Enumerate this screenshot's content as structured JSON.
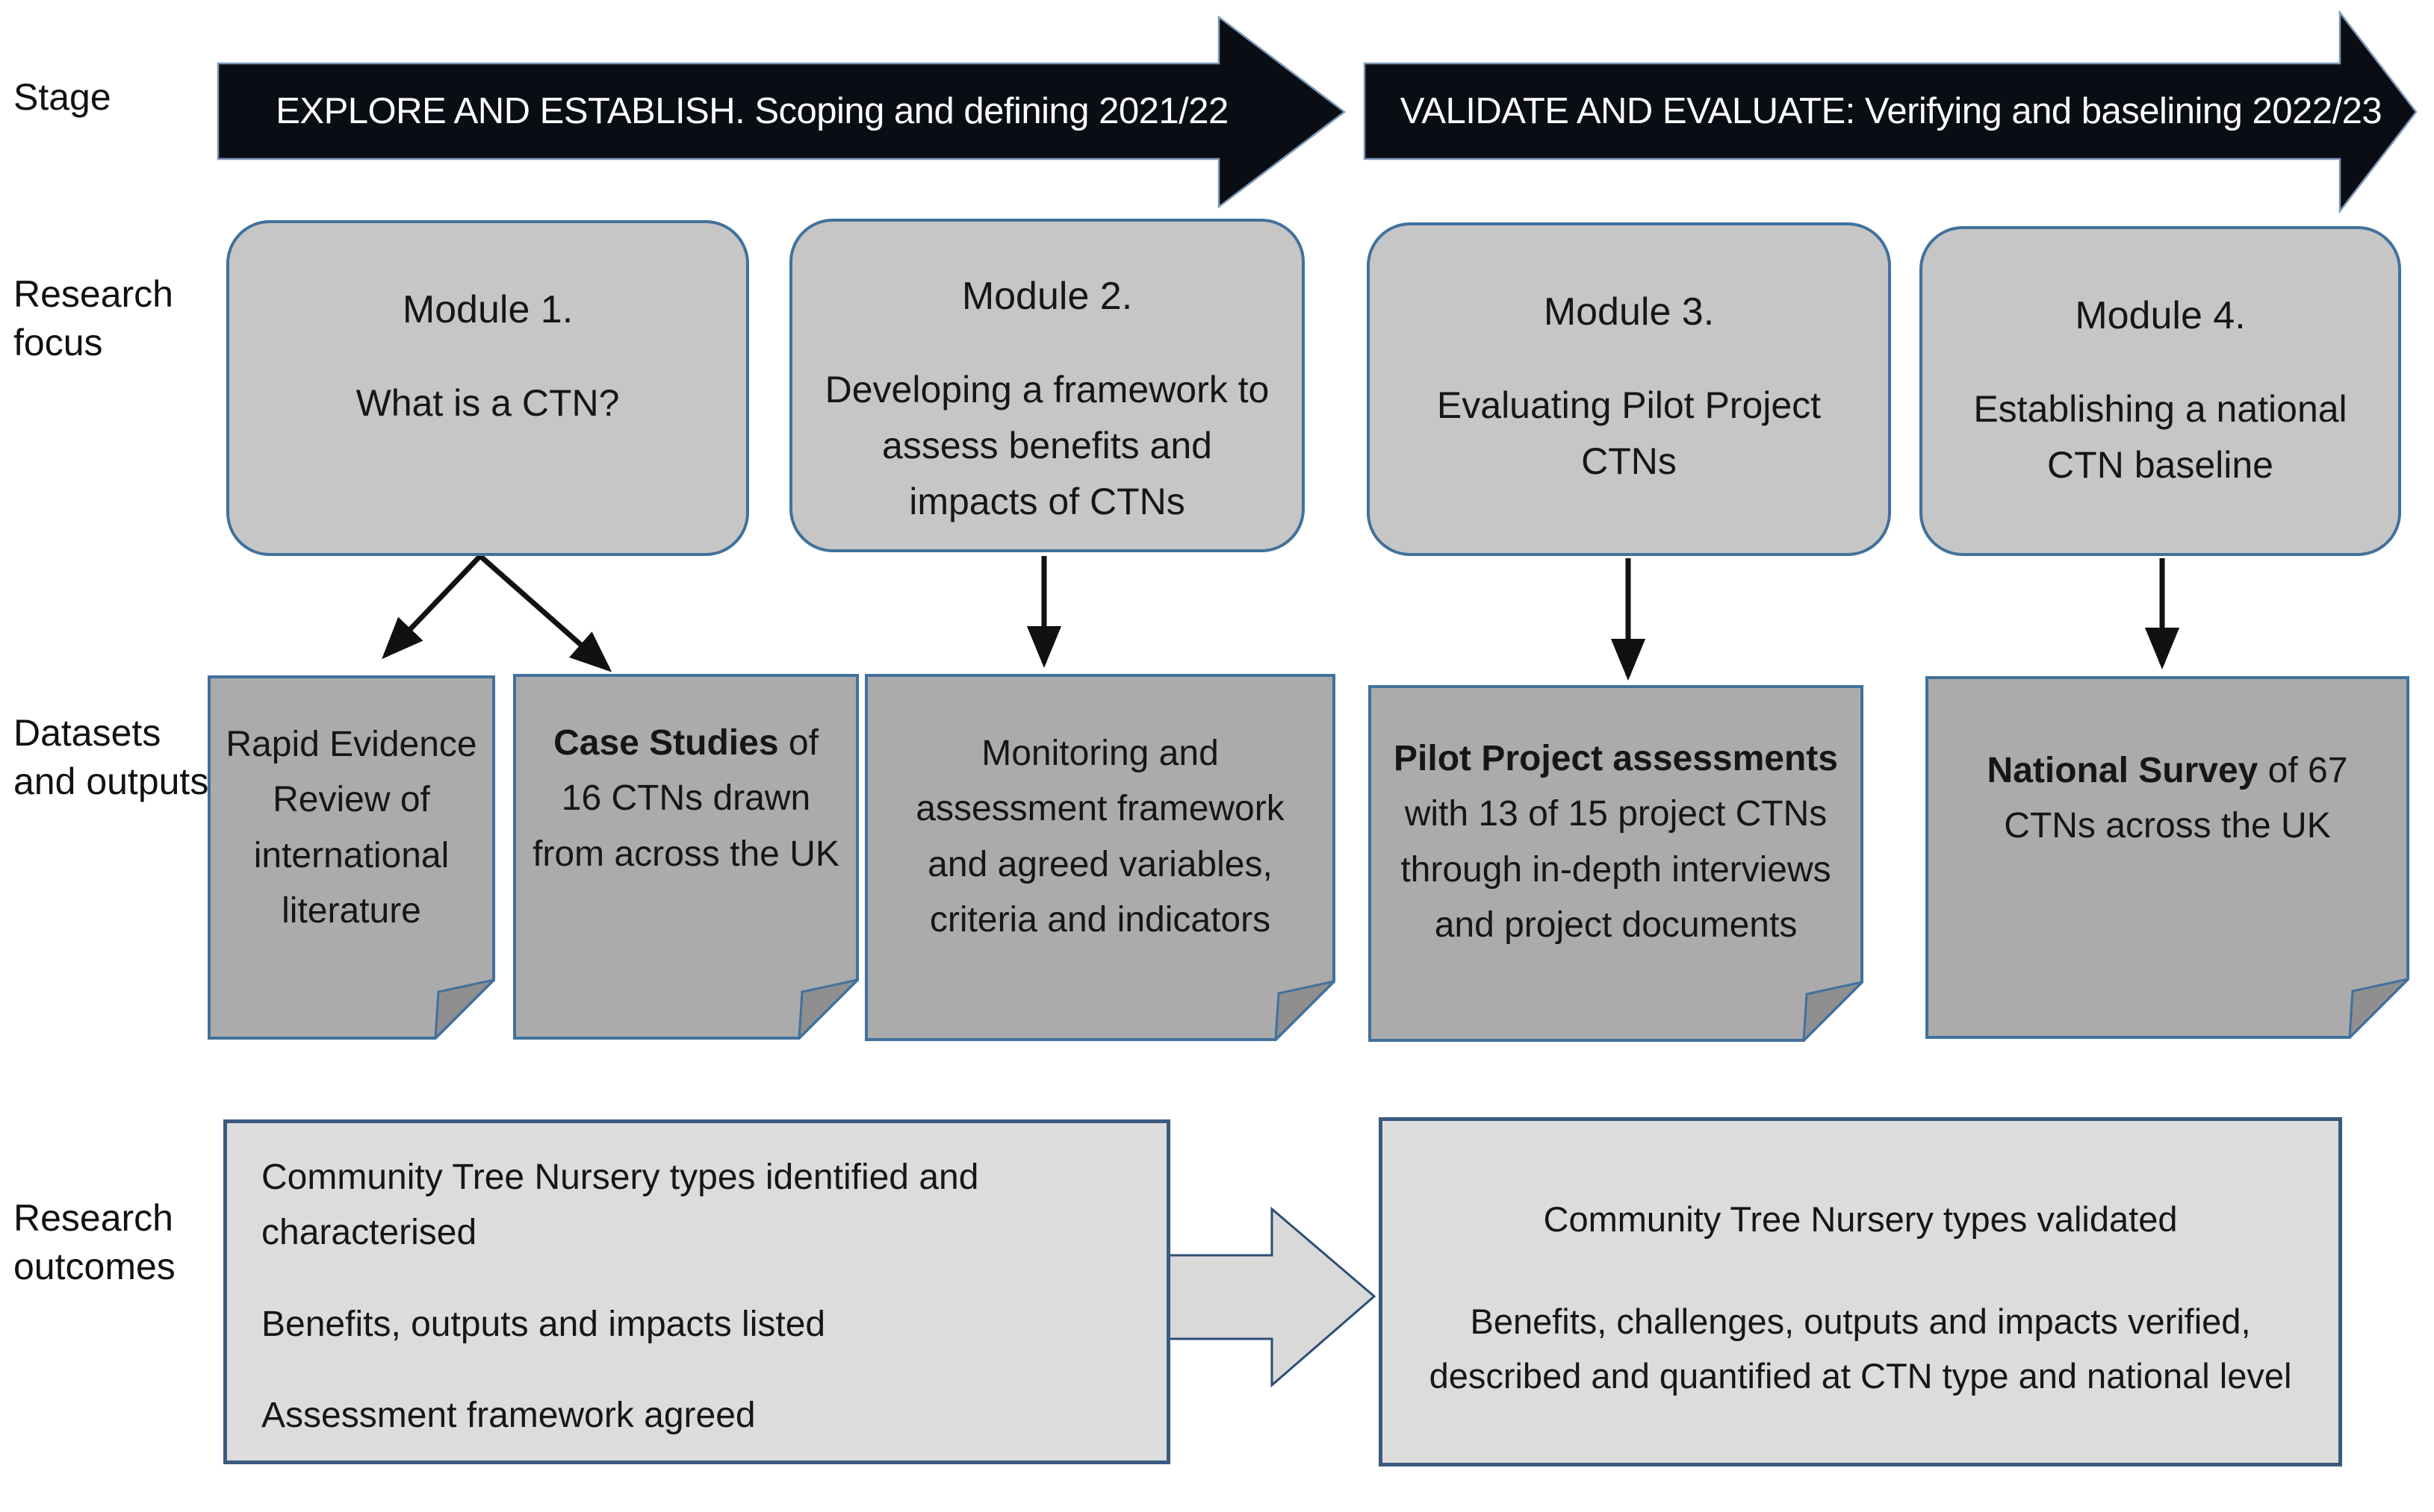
{
  "palette": {
    "stage_arrow_fill": "#0a0e14",
    "stage_arrow_edge": "#7d97b8",
    "stage_arrow_text": "#ffffff",
    "module_fill": "#c6c6c6",
    "note_fill": "#ababab",
    "note_fold_fill": "#8f8f8f",
    "box_border_blue": "#41719c",
    "outcome_fill": "#dcdcdc",
    "outcome_border": "#3a5a80",
    "connector_black": "#111111",
    "block_arrow_fill": "#d9d9d9",
    "block_arrow_stroke": "#2e4d76"
  },
  "row_labels": {
    "stage": "Stage",
    "research_focus": "Research focus",
    "datasets_outputs": "Datasets and outputs",
    "research_outcomes": "Research outcomes"
  },
  "stages": [
    {
      "label": "EXPLORE AND ESTABLISH. Scoping and defining 2021/22"
    },
    {
      "label": "VALIDATE AND EVALUATE: Verifying and baselining 2022/23"
    }
  ],
  "modules": [
    {
      "title": "Module 1.",
      "body": "What is a CTN?"
    },
    {
      "title": "Module 2.",
      "body": "Developing a framework to assess benefits and impacts of CTNs"
    },
    {
      "title": "Module 3.",
      "body": "Evaluating Pilot Project CTNs"
    },
    {
      "title": "Module 4.",
      "body": "Establishing a national CTN baseline"
    }
  ],
  "datasets": [
    {
      "bold": "",
      "rest": "Rapid Evidence Review of international literature"
    },
    {
      "bold": "Case Studies",
      "rest": " of 16 CTNs drawn from across the UK"
    },
    {
      "bold": "",
      "rest": "Monitoring and assessment framework and agreed variables, criteria and indicators"
    },
    {
      "bold": "Pilot Project assessments",
      "rest": " with 13 of 15 project CTNs through in-depth interviews and project documents"
    },
    {
      "bold": "National Survey",
      "rest": " of 67 CTNs across the UK"
    }
  ],
  "outcomes": {
    "left": {
      "paragraphs": [
        "Community Tree Nursery types identified and characterised",
        "Benefits, outputs and impacts listed",
        "Assessment framework agreed"
      ]
    },
    "right": {
      "paragraphs": [
        "Community Tree Nursery types validated",
        "Benefits, challenges, outputs and impacts verified, described and quantified at CTN type and national level"
      ]
    }
  }
}
